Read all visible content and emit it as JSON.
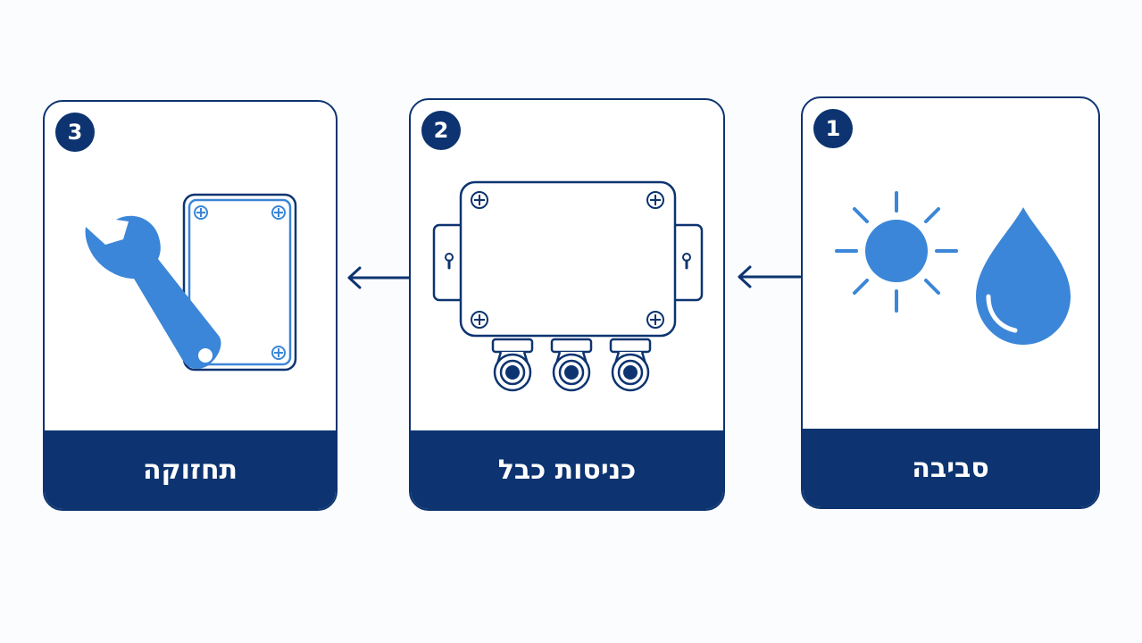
{
  "colors": {
    "navy": "#0d3470",
    "accent_blue": "#3b86d8",
    "background": "#fbfcfe"
  },
  "steps": [
    {
      "number": "1",
      "label": "סביבה",
      "icons": [
        "sun-icon",
        "water-drop-icon"
      ]
    },
    {
      "number": "2",
      "label": "כניסות כבל",
      "icons": [
        "junction-box-icon",
        "cable-gland-icon"
      ]
    },
    {
      "number": "3",
      "label": "תחזוקה",
      "icons": [
        "wrench-icon",
        "enclosure-lid-icon"
      ]
    }
  ],
  "flow_direction": "right-to-left"
}
